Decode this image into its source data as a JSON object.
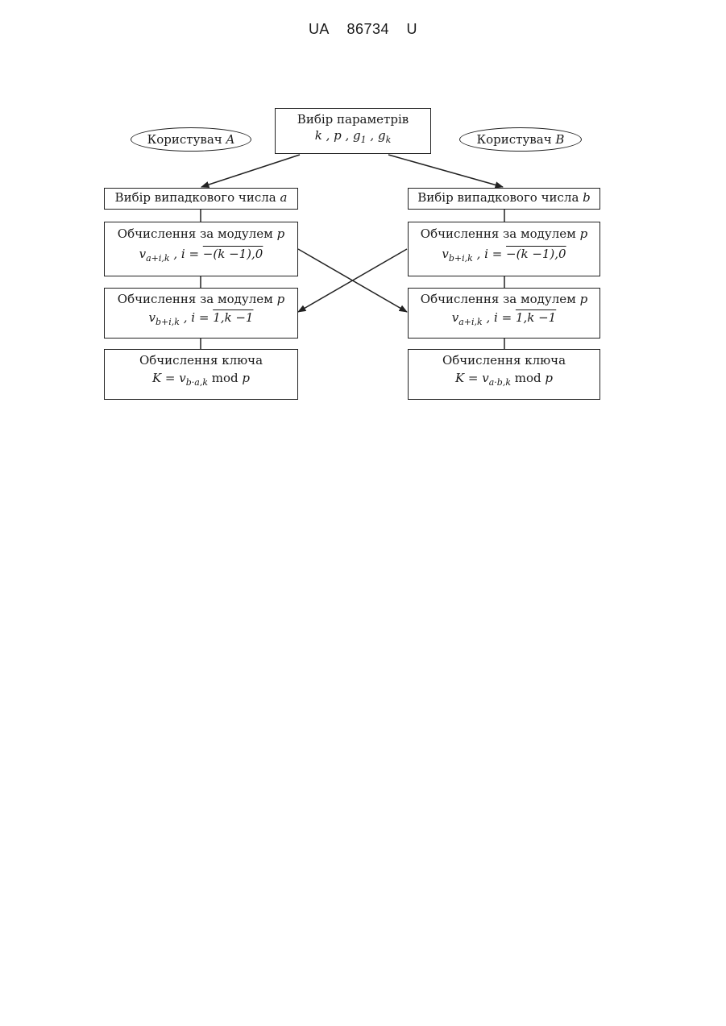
{
  "header": {
    "country": "UA",
    "number": "86734",
    "kind": "U"
  },
  "diagram": {
    "top": {
      "title": "Вибір параметрів",
      "formula": "k , p , g1 , gk"
    },
    "user_a": {
      "label": "Користувач",
      "var": "A"
    },
    "user_b": {
      "label": "Користувач",
      "var": "B"
    },
    "left": {
      "random": {
        "label": "Вибір випадкового числа",
        "var": "a"
      },
      "calc1": {
        "title": "Обчислення за модулем",
        "var": "p",
        "formula": "v_{a+i,k} , i = -(k-1),0"
      },
      "calc2": {
        "title": "Обчислення за модулем",
        "var": "p",
        "formula": "v_{b+i,k} , i = 1,k-1"
      },
      "key": {
        "title": "Обчислення ключа",
        "formula": "K = v_{b·a,k} mod p"
      }
    },
    "right": {
      "random": {
        "label": "Вибір випадкового числа",
        "var": "b"
      },
      "calc1": {
        "title": "Обчислення за модулем",
        "var": "p",
        "formula": "v_{b+i,k} , i = -(k-1),0"
      },
      "calc2": {
        "title": "Обчислення за модулем",
        "var": "p",
        "formula": "v_{a+i,k} , i = 1,k-1"
      },
      "key": {
        "title": "Обчислення ключа",
        "formula": "K = v_{a·b,k} mod p"
      }
    }
  }
}
